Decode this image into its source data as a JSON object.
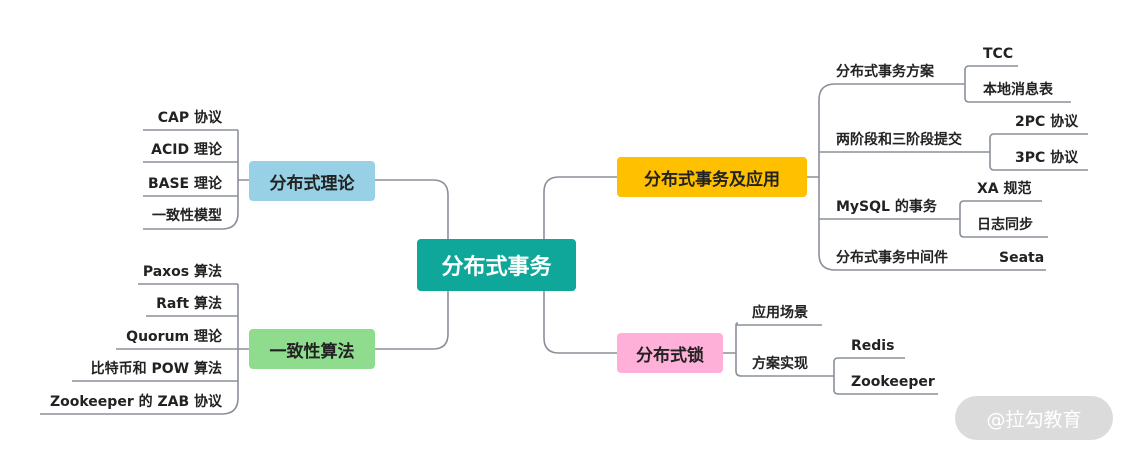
{
  "root": {
    "label": "分布式事务"
  },
  "branches": [
    {
      "label": "分布式理论",
      "color": "#98d1e6",
      "children": [
        "CAP 协议",
        "ACID 理论",
        "BASE 理论",
        "一致性模型"
      ]
    },
    {
      "label": "一致性算法",
      "color": "#8fdc8f",
      "children": [
        "Paxos 算法",
        "Raft 算法",
        "Quorum 理论",
        "比特币和 POW 算法",
        "Zookeeper 的 ZAB 协议"
      ]
    },
    {
      "label": "分布式事务及应用",
      "color": "#ffc000",
      "children": [
        {
          "label": "分布式事务方案",
          "children": [
            "TCC",
            "本地消息表"
          ]
        },
        {
          "label": "两阶段和三阶段提交",
          "children": [
            "2PC 协议",
            "3PC 协议"
          ]
        },
        {
          "label": "MySQL 的事务",
          "children": [
            "XA 规范",
            "日志同步"
          ]
        },
        {
          "label": "分布式事务中间件",
          "children": [
            "Seata"
          ]
        }
      ]
    },
    {
      "label": "分布式锁",
      "color": "#ffb0d9",
      "children": [
        {
          "label": "应用场景",
          "children": []
        },
        {
          "label": "方案实现",
          "children": [
            "Redis",
            "Zookeeper"
          ]
        }
      ]
    }
  ],
  "watermark": "@拉勾教育",
  "colors": {
    "root": "#0fa79a",
    "line": "#8a8f99"
  }
}
